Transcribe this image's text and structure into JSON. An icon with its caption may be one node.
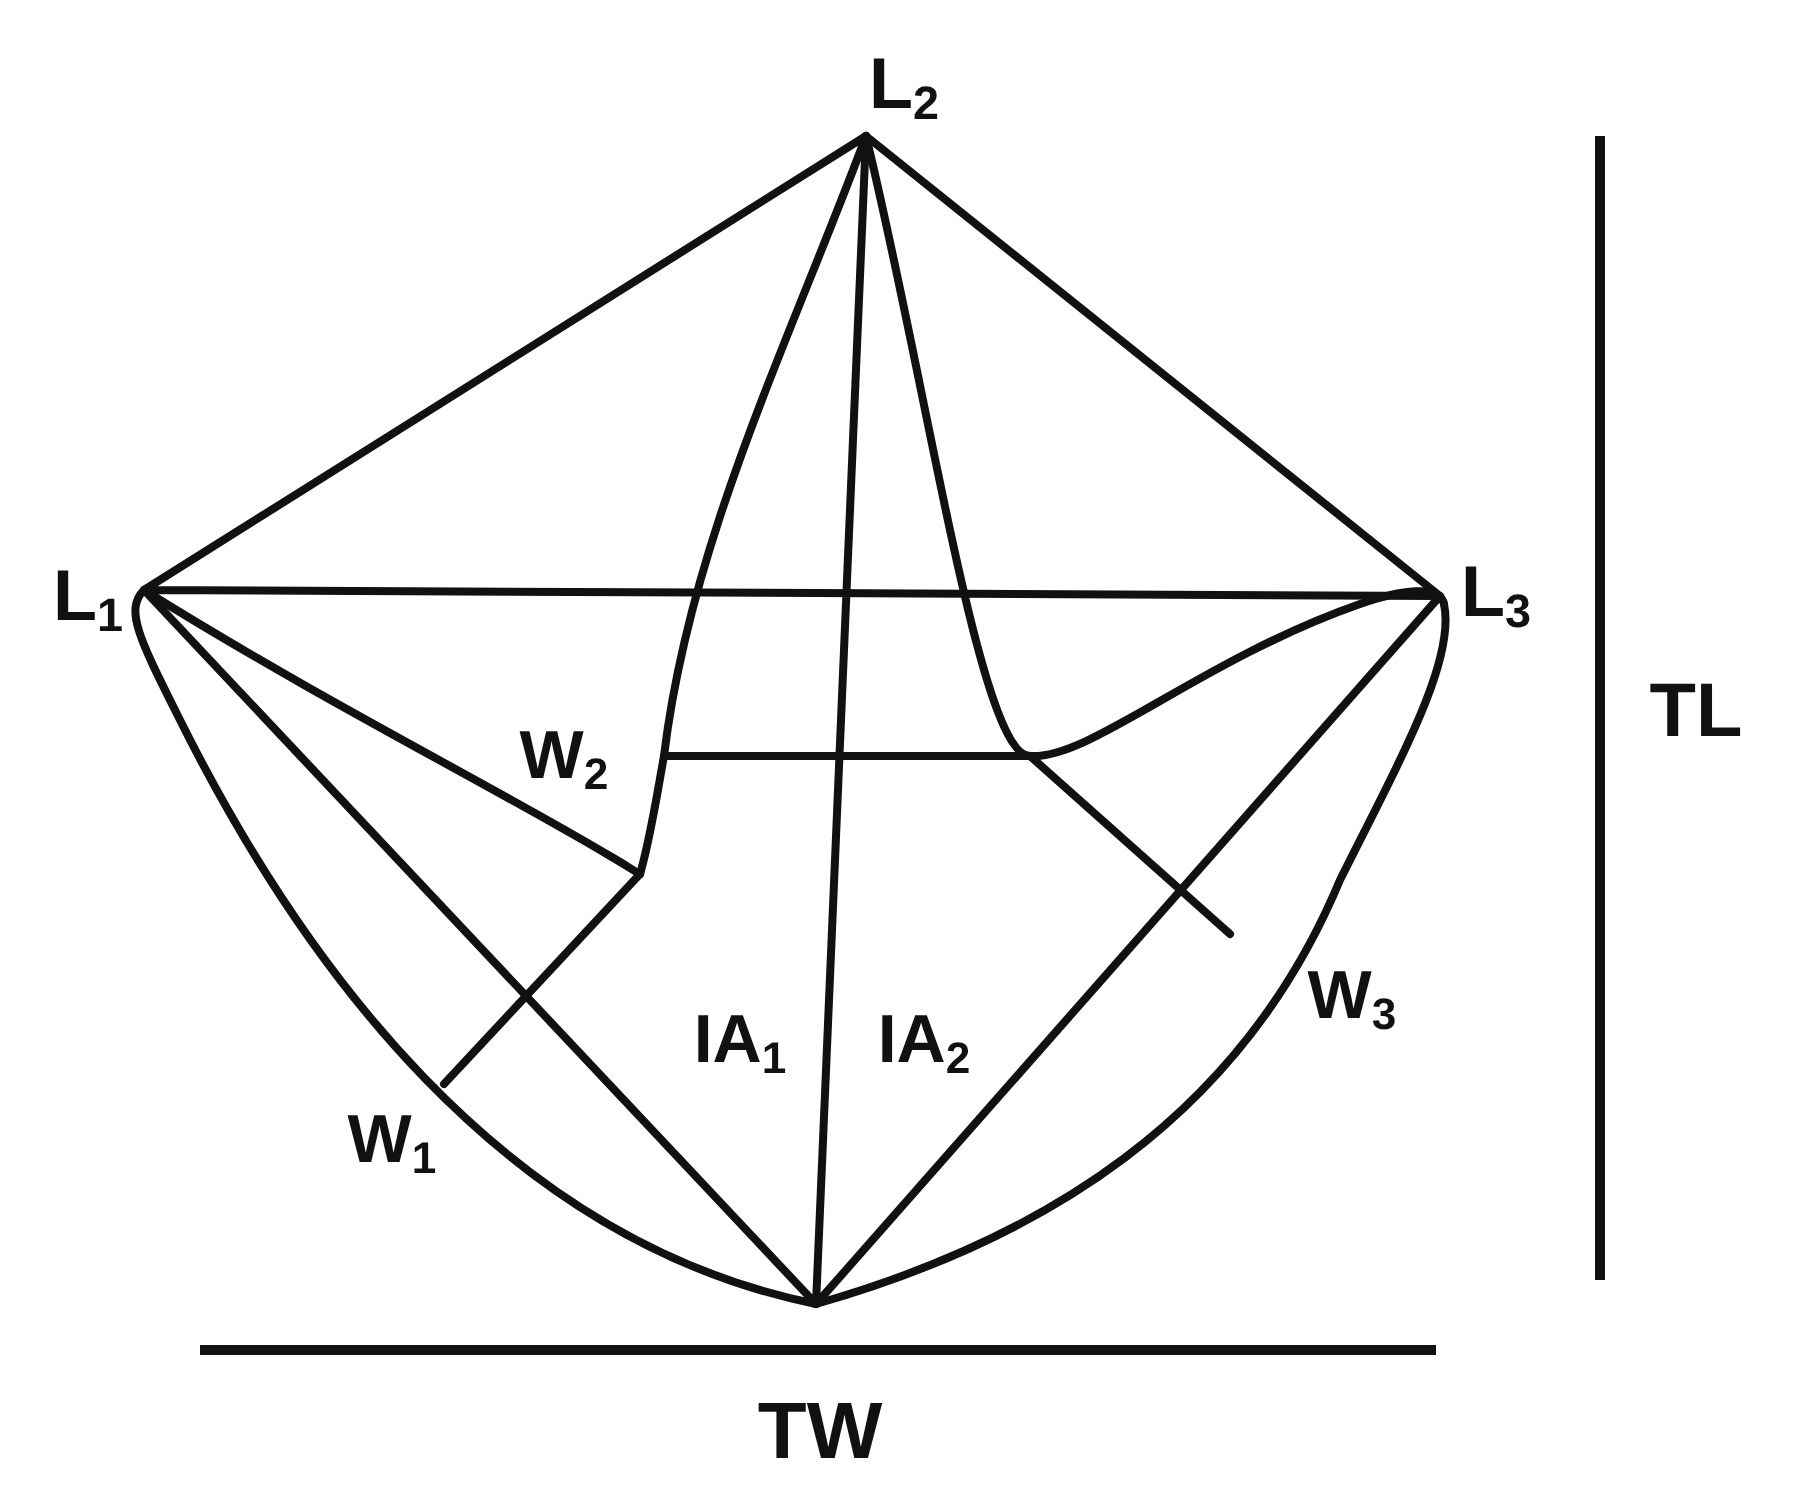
{
  "diagram": {
    "labels": [
      "L$_{2}$",
      "L$_{1}$",
      "L$_{3}$",
      "W$_{2}$",
      "IA$_{1}$",
      "IA$_{2}$",
      "W$_{3}$",
      "W$_{1}$",
      "TL",
      "TW"
    ]
  }
}
